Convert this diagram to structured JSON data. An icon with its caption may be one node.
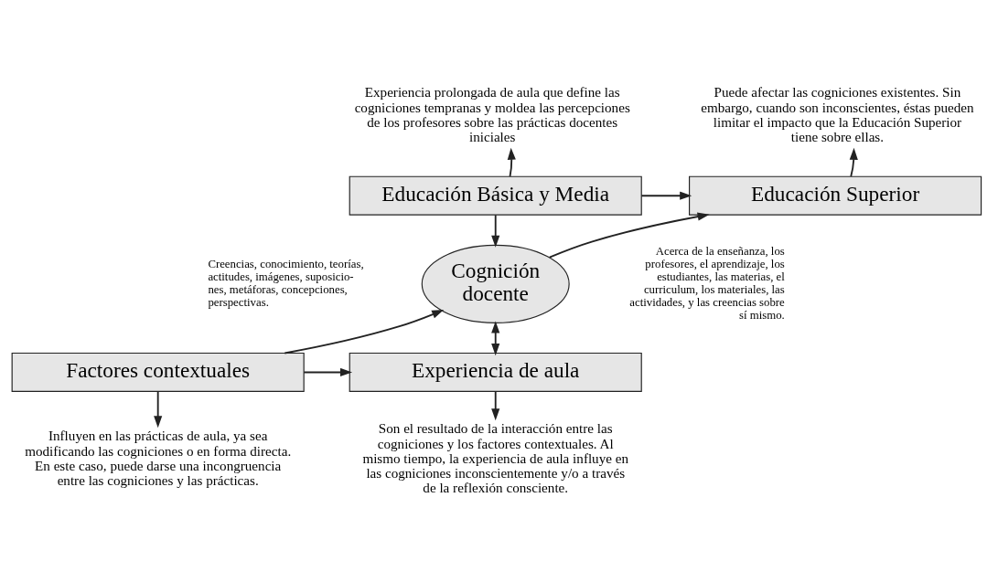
{
  "diagram": {
    "nodes": [
      {
        "text": [
          "Experiencia prolongada de aula que define las cogniciones tempranas y moldea las percepciones de los profesores sobre las prácticas docentes iniciales"
        ]
      },
      {
        "text": [
          "Puede afectar las cogniciones existentes. Sin embargo, cuando son inconscientes, éstas pueden limitar el impacto que la Educación Superior tiene sobre ellas."
        ]
      },
      {
        "text": [
          "Educación Básica y Media"
        ]
      },
      {
        "text": [
          "Educación Superior"
        ]
      },
      {
        "text": [
          "Cognición docente"
        ]
      },
      {
        "text": [
          "Factores contextuales"
        ]
      },
      {
        "text": [
          "Experiencia de aula"
        ]
      },
      {
        "text": [
          "Influyen en las prácticas de aula, ya sea modificando las cogniciones o en forma directa. En este caso, puede darse una incongruencia entre las cogniciones y las prácticas."
        ]
      },
      {
        "text": [
          "Son el resultado de la interacción entre las cogniciones y los factores contextuales. Al mismo tiempo, la experiencia de aula influye en las cogniciones inconscientemente y/o a través de la reflexión consciente."
        ]
      }
    ],
    "edges": [
      {
        "from": 2,
        "to": 0,
        "arrow": "to"
      },
      {
        "from": 3,
        "to": 1,
        "arrow": "to"
      },
      {
        "from": 2,
        "to": 3,
        "arrow": "to"
      },
      {
        "from": 2,
        "to": 4,
        "arrow": "to"
      },
      {
        "from": 4,
        "to": 3,
        "arrow": "to"
      },
      {
        "from": 5,
        "to": 4,
        "arrow": "to"
      },
      {
        "from": 4,
        "to": 6,
        "arrow": "both"
      },
      {
        "from": 5,
        "to": 6,
        "arrow": "to"
      },
      {
        "from": 5,
        "to": 7,
        "arrow": "to"
      },
      {
        "from": 6,
        "to": 8,
        "arrow": "to"
      }
    ],
    "labels": [
      "Creencias, conocimiento, teorías, actitudes, imágenes, suposicio- nes, metáforas, concepciones, perspectivas.",
      "Acerca de la enseñanza, los profesores, el aprendizaje, los estudiantes, las materias, el curriculum, los materiales, las actividades, y las creencias sobre sí mismo."
    ]
  }
}
